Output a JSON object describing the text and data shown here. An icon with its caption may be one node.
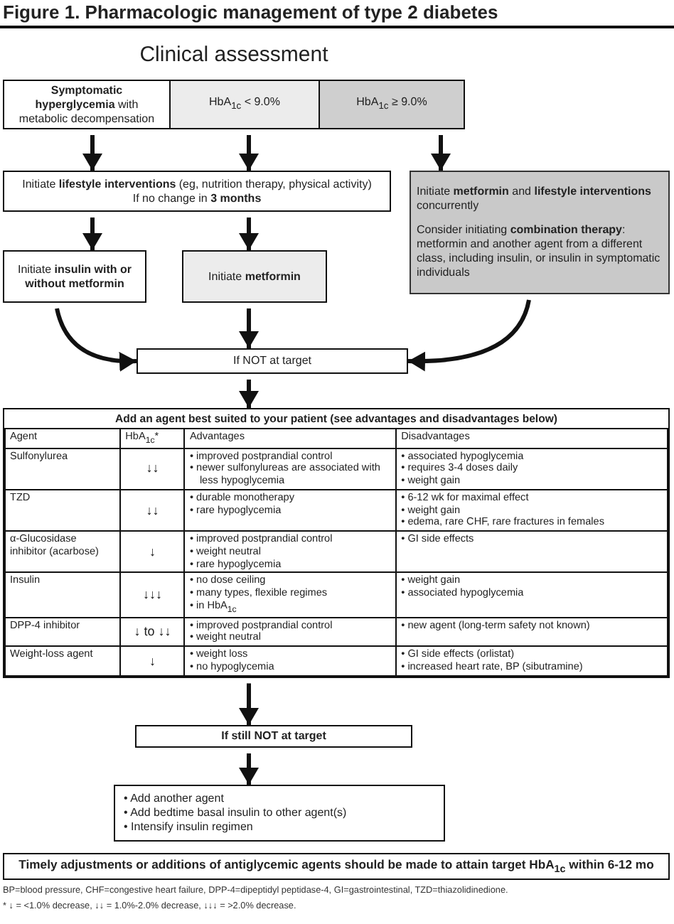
{
  "diagram": {
    "title": "Figure 1. Pharmacologic management of type 2 diabetes",
    "nodes": [
      {
        "text": [
          "Clinical assessment"
        ]
      },
      {
        "text": [
          "**Symptomatic hyperglycemia** with metabolic decompensation"
        ],
        "in": 0
      },
      {
        "text": [
          "HbA$_{1c}$ < 9.0%"
        ],
        "in": 0
      },
      {
        "text": [
          "HbA$_{1c}$ ≥ 9.0%"
        ],
        "in": 0
      },
      {
        "text": [
          "Initiate **lifestyle interventions** (eg, nutrition therapy, physical activity)",
          "If no change in **3 months**"
        ]
      },
      {
        "text": [
          "Initiate **metformin** and **lifestyle interventions** concurrently",
          "Consider initiating **combination therapy**: metformin and another agent from a different class, including insulin, or insulin in symptomatic individuals"
        ]
      },
      {
        "text": [
          "Initiate **insulin with or without metformin**"
        ]
      },
      {
        "text": [
          "Initiate **metformin**"
        ]
      },
      {
        "text": [
          "If NOT at target"
        ]
      },
      {
        "text": [
          "Add an agent best suited to your patient (see advantages and disadvantages below)"
        ]
      },
      {
        "text": [
          "If still NOT at target"
        ]
      },
      {
        "text": [
          "• Add another agent",
          "• Add bedtime basal insulin to other agent(s)",
          "• Intensify insulin regimen"
        ]
      },
      {
        "text": [
          "Timely adjustments or additions of antiglycemic agents should be made to attain target HbA$_{1c}$ within 6-12 mo"
        ]
      }
    ],
    "edges": [
      {
        "from": 1,
        "to": 4,
        "arrow": "to"
      },
      {
        "from": 2,
        "to": 4,
        "arrow": "to"
      },
      {
        "from": 3,
        "to": 5,
        "arrow": "to"
      },
      {
        "from": 4,
        "to": 6,
        "arrow": "to"
      },
      {
        "from": 4,
        "to": 7,
        "arrow": "to"
      },
      {
        "from": 6,
        "to": 8,
        "arrow": "to"
      },
      {
        "from": 7,
        "to": 8,
        "arrow": "to"
      },
      {
        "from": 5,
        "to": 8,
        "arrow": "to"
      },
      {
        "from": 8,
        "to": 9,
        "arrow": "to"
      },
      {
        "from": 9,
        "to": 10,
        "arrow": "to"
      },
      {
        "from": 10,
        "to": 11,
        "arrow": "to"
      }
    ],
    "labels": [
      "Agent",
      "HbA$_{1c}$*",
      "Advantages",
      "Disadvantages",
      "Sulfonylurea",
      "↓↓",
      "• improved postprandial control",
      "• newer sulfonylureas are associated with less hypoglycemia",
      "• associated hypoglycemia",
      "• requires 3-4 doses daily",
      "• weight gain",
      "TZD",
      "↓↓",
      "• durable monotherapy",
      "• rare hypoglycemia",
      "• 6-12 wk for maximal effect",
      "• weight gain",
      "• edema, rare CHF, rare fractures in females",
      "α-Glucosidase inhibitor (acarbose)",
      "↓",
      "• improved postprandial control",
      "• weight neutral",
      "• rare hypoglycemia",
      "• GI side effects",
      "Insulin",
      "↓↓↓",
      "• no dose ceiling",
      "• many types, flexible regimes",
      "• in HbA$_{1c}$",
      "• weight gain",
      "• associated hypoglycemia",
      "DPP-4 inhibitor",
      "↓ to ↓↓",
      "• improved postprandial control",
      "• weight neutral",
      "• new agent (long-term safety not known)",
      "Weight-loss agent",
      "↓",
      "• weight loss",
      "• no hypoglycemia",
      "• GI side effects (orlistat)",
      "• increased heart rate, BP (sibutramine)",
      "BP=blood pressure, CHF=congestive heart failure, DPP-4=dipeptidyl peptidase-4, GI=gastrointestinal, TZD=thiazolidinedione.",
      "* ↓ = <1.0% decrease, ↓↓ = 1.0%-2.0% decrease, ↓↓↓ = >2.0% decrease."
    ]
  }
}
